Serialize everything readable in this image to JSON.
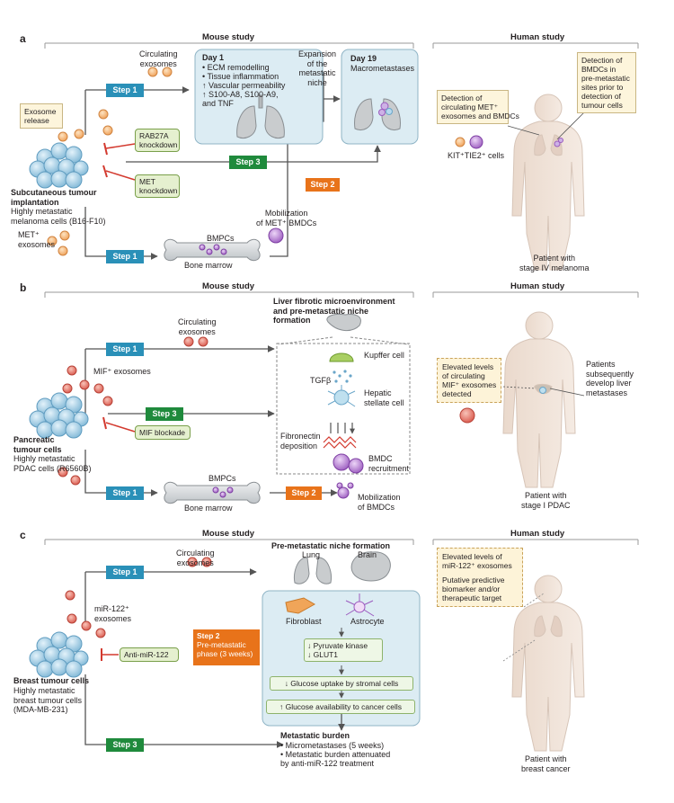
{
  "panels": {
    "a": {
      "label": "a",
      "mouse_header": "Mouse study",
      "human_header": "Human study",
      "exosome_release": "Exosome release",
      "circulating_exosomes": "Circulating\nexosomes",
      "step1_top": "Step 1",
      "step1_bottom": "Step 1",
      "step2": "Step 2",
      "step3": "Step 3",
      "day1_title": "Day 1",
      "day1_items": [
        "• ECM remodelling",
        "• Tissue inflammation",
        "↑ Vascular permeability",
        "↑ S100-A8, S100-A9,",
        "   and TNF"
      ],
      "expansion": "Expansion\nof the\nmetastatic\nniche",
      "day19_title": "Day 19",
      "day19_sub": "Macrometastases",
      "rab27a": "RAB27A\nknockdown",
      "met_kd": "MET\nknockdown",
      "tumour_title": "Subcutaneous tumour\nimplantation",
      "tumour_desc": "Highly metastatic\nmelanoma cells (B16-F10)",
      "met_exosomes": "MET⁺\nexosomes",
      "bmpcs": "BMPCs",
      "bone_marrow": "Bone marrow",
      "mobilization": "Mobilization\nof MET⁺ BMDCs",
      "human_detect_left": "Detection of\ncirculating MET⁺\nexosomes and BMDCs",
      "human_detect_right": "Detection of\nBMDCs in\npre-metastatic\nsites prior to\ndetection of\ntumour cells",
      "kit_cells": "KIT⁺TIE2⁺ cells",
      "patient": "Patient with\nstage IV melanoma"
    },
    "b": {
      "label": "b",
      "mouse_header": "Mouse study",
      "human_header": "Human study",
      "niche_title": "Liver fibrotic microenvironment\nand pre-metastatic niche\nformation",
      "circulating_exosomes": "Circulating\nexosomes",
      "step1_top": "Step 1",
      "step1_bottom": "Step 1",
      "step2": "Step 2",
      "step3": "Step 3",
      "mif_exosomes": "MIF⁺ exosomes",
      "kupffer": "Kupffer cell",
      "tgfb": "TGFβ",
      "stellate": "Hepatic\nstellate cell",
      "fibronectin": "Fibronectin\ndeposition",
      "bmdc_recruit": "BMDC\nrecruitment",
      "mif_blockade": "MIF blockade",
      "tumour_title": "Pancreatic\ntumour cells",
      "tumour_desc": "Highly metastatic\nPDAC cells (R6560B)",
      "bmpcs": "BMPCs",
      "bone_marrow": "Bone marrow",
      "mobilization": "Mobilization\nof BMDCs",
      "human_elevated": "Elevated levels\nof circulating\nMIF⁺ exosomes\ndetected",
      "human_develop": "Patients\nsubsequently\ndevelop liver\nmetastases",
      "patient": "Patient with\nstage I PDAC"
    },
    "c": {
      "label": "c",
      "mouse_header": "Mouse study",
      "human_header": "Human study",
      "circulating_exosomes": "Circulating\nexosomes",
      "step1": "Step 1",
      "step3": "Step 3",
      "step2_title": "Step 2",
      "step2_sub": "Pre-metastatic\nphase (3 weeks)",
      "niche_title": "Pre-metastatic niche formation",
      "lung": "Lung",
      "brain": "Brain",
      "fibroblast": "Fibroblast",
      "astrocyte": "Astrocyte",
      "pyruvate": "↓ Pyruvate kinase\n↓ GLUT1",
      "glucose_uptake": "↓ Glucose uptake by stromal cells",
      "glucose_avail": "↑ Glucose availability to cancer cells",
      "mir_exosomes": "miR-122⁺\nexosomes",
      "anti_mir": "Anti-miR-122",
      "tumour_title": "Breast tumour cells",
      "tumour_desc": "Highly metastatic\nbreast tumour cells\n(MDA-MB-231)",
      "burden_title": "Metastatic burden",
      "burden_items": [
        "• Micrometastases (5 weeks)",
        "• Metastatic burden attenuated",
        "   by anti-miR-122 treatment"
      ],
      "human_elevated": "Elevated levels of\nmiR-122⁺ exosomes",
      "human_biomarker": "Putative predictive\nbiomarker and/or\ntherapeutic target",
      "patient": "Patient with\nbreast cancer"
    }
  },
  "colors": {
    "step_teal": "#2a90b8",
    "step_green": "#1f8a3c",
    "step_orange": "#e8731a",
    "exosome_orange": "#f5b36b",
    "exosome_red": "#e06a5e",
    "bmdc_purple": "#9b5bbf",
    "tumour_blue": "#a9d4ea",
    "panel_bg": "#dcecf3"
  }
}
